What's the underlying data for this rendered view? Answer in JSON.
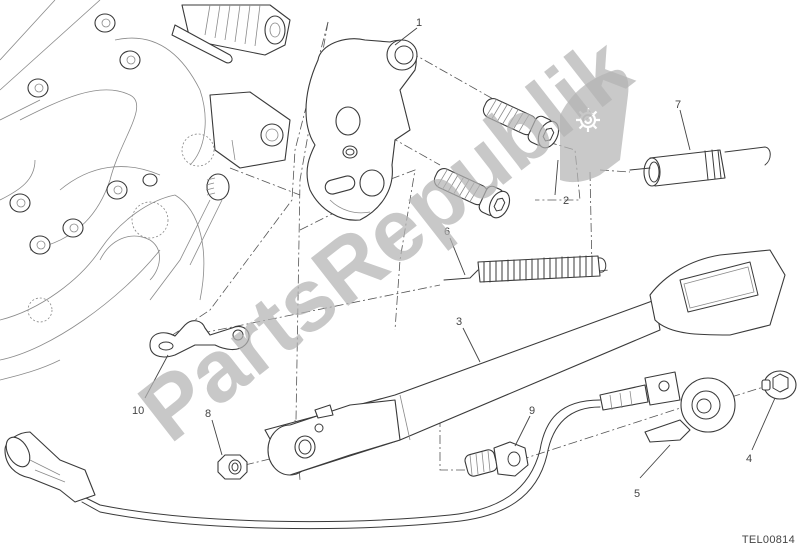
{
  "diagram": {
    "type": "exploded-parts-diagram",
    "subject": "side stand assembly",
    "reference_code": "TEL00814",
    "watermark": {
      "text": "PartsRepublik",
      "icon": "gear-icon"
    },
    "callouts": [
      {
        "id": "1",
        "label": "1",
        "part": "stand bracket / plate"
      },
      {
        "id": "2",
        "label": "2",
        "part": "socket head bolts"
      },
      {
        "id": "3",
        "label": "3",
        "part": "side stand leg"
      },
      {
        "id": "4",
        "label": "4",
        "part": "flange screw"
      },
      {
        "id": "5",
        "label": "5",
        "part": "side stand switch sensor with cable"
      },
      {
        "id": "6",
        "label": "6",
        "part": "long return spring"
      },
      {
        "id": "7",
        "label": "7",
        "part": "short return spring"
      },
      {
        "id": "8",
        "label": "8",
        "part": "nut"
      },
      {
        "id": "9",
        "label": "9",
        "part": "pivot bolt"
      },
      {
        "id": "10",
        "label": "10",
        "part": "spring hook plate"
      }
    ],
    "colors": {
      "line": "#3a3a3a",
      "watermark": "#b4b4b4",
      "background": "#ffffff"
    }
  }
}
